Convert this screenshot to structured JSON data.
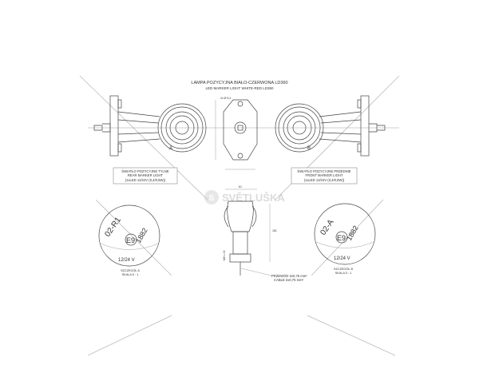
{
  "title": {
    "pl": "LAMPA POZYCYJNA BIAŁO-CZERWONA LD360",
    "en": "LED MARKER LIGHT WHITE-RED LD360"
  },
  "rear_label": [
    "ŚWIATŁO POZYCYJNE TYLNE",
    "REAR MARKER LIGHT",
    "(1xLED 12/24V (0,4/0,8W))"
  ],
  "front_label": [
    "ŚWIATŁO POZYCYJNE PRZEDNIE",
    "FRONT MARKER LIGHT",
    "(1xLED 12/24V (0,4/0,8W))"
  ],
  "cable_label": [
    "PRZEWÓD 2x0,75 mm²",
    "CABLE 2x0,75 mm²"
  ],
  "detail_a": {
    "marking": "02-R1",
    "approval": "E9",
    "number": "1882",
    "voltage": "12/24 V",
    "caption": [
      "SZCZEGÓŁ A",
      "SKALA 5 : 1"
    ]
  },
  "detail_b": {
    "marking": "02-A",
    "approval": "E9",
    "number": "1882",
    "voltage": "12/24 V",
    "caption": [
      "SZCZEGÓŁ B",
      "SKALA 5 : 1"
    ]
  },
  "section_marks": {
    "a": "A",
    "b": "B"
  },
  "dimensions": {
    "width": "61",
    "height": "181",
    "small": "2x Ø 5,4",
    "thread": "M8 x 16"
  },
  "watermark": "SVĚTLUŠKA"
}
